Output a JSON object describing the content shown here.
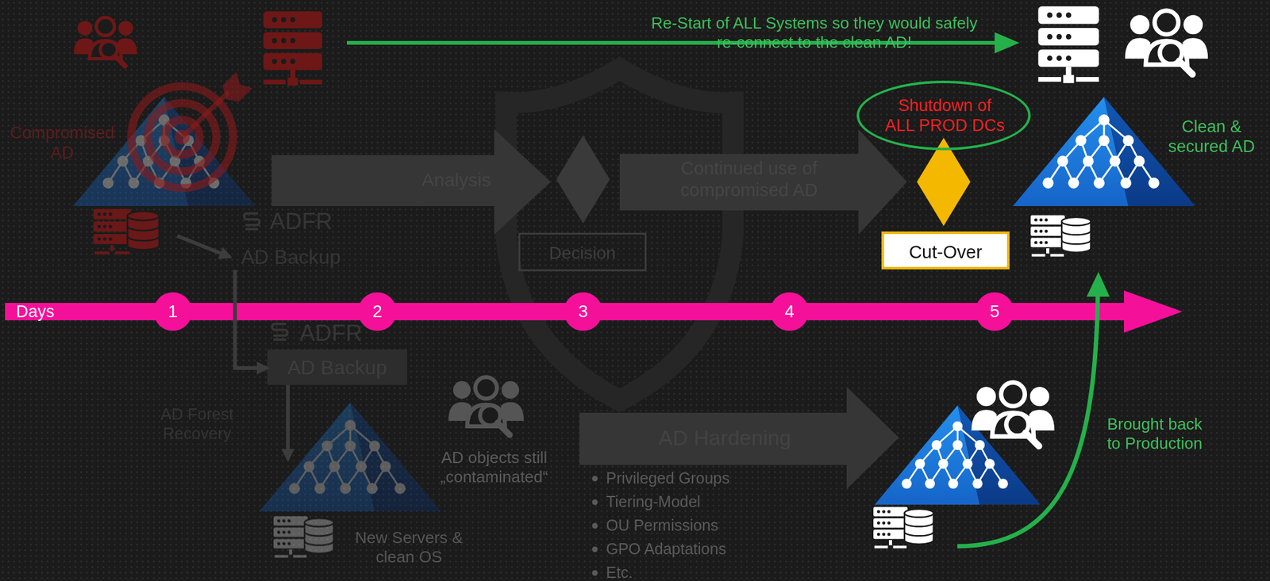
{
  "diagram": {
    "nodes": [
      {
        "text": [
          "Compromised AD"
        ]
      },
      {
        "text": [
          "ADFR",
          "AD Backup"
        ]
      },
      {
        "text": [
          "Analysis"
        ]
      },
      {
        "text": [
          "Decision"
        ]
      },
      {
        "text": [
          "Continued use of compromised AD"
        ]
      },
      {
        "text": [
          "Shutdown of ALL PROD DCs"
        ]
      },
      {
        "text": [
          "Cut-Over"
        ]
      },
      {
        "text": [
          "Clean & secured AD"
        ]
      },
      {
        "text": [
          "1"
        ]
      },
      {
        "text": [
          "2"
        ]
      },
      {
        "text": [
          "3"
        ]
      },
      {
        "text": [
          "4"
        ]
      },
      {
        "text": [
          "5"
        ]
      },
      {
        "text": [
          "ADFR",
          "AD Backup"
        ]
      },
      {
        "text": [
          "New Servers & clean OS"
        ]
      },
      {
        "text": [
          "AD Hardening"
        ]
      }
    ],
    "edges": [
      {
        "from": 0,
        "to": 1,
        "arrow": "to"
      },
      {
        "from": 1,
        "to": 13,
        "arrow": "to"
      },
      {
        "from": 13,
        "to": 14,
        "arrow": "to"
      }
    ],
    "labels": [
      "Re-Start of ALL Systems so they would safely re-connect to the clean AD!",
      "Days",
      "AD Forest Recovery",
      "AD objects still „contaminated“",
      "Privileged Groups",
      "Tiering-Model",
      "OU Permissions",
      "GPO Adaptations",
      "Etc.",
      "Brought back to Production"
    ]
  }
}
